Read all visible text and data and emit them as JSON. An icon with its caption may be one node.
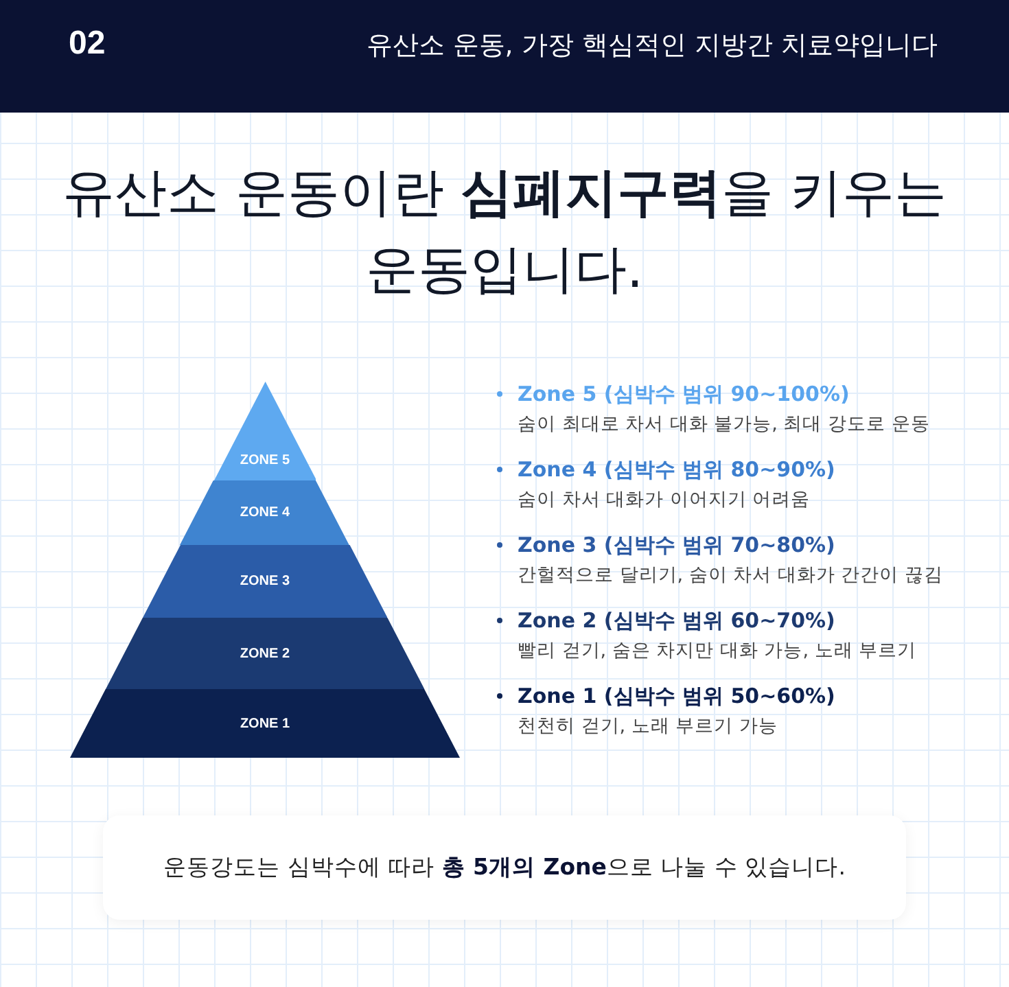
{
  "diagram": {
    "title": "유산소 운동이란 **심폐지구력**을 키우는 운동입니다.",
    "caption": "운동강도는 심박수에 따라 **총 5개의 Zone**으로 나눌 수 있습니다.",
    "nodes": [
      {
        "text": [
          "ZONE 5"
        ]
      },
      {
        "text": [
          "ZONE 4"
        ]
      },
      {
        "text": [
          "ZONE 3"
        ]
      },
      {
        "text": [
          "ZONE 2"
        ]
      },
      {
        "text": [
          "ZONE 1"
        ]
      }
    ],
    "labels": [
      "02",
      "유산소 운동, 가장 핵심적인 지방간 치료약입니다",
      "Zone 5 (심박수 범위 90~100%)",
      "숨이 최대로 차서 대화 불가능, 최대 강도로 운동",
      "Zone 4 (심박수 범위 80~90%)",
      "숨이 차서 대화가 이어지기 어려움",
      "Zone 3 (심박수 범위 70~80%)",
      "간헐적으로 달리기, 숨이 차서 대화가 간간이 끊김",
      "Zone 2 (심박수 범위 60~70%)",
      "빨리 걷기, 숨은 차지만 대화 가능, 노래 부르기",
      "Zone 1 (심박수 범위 50~60%)",
      "천천히 걷기, 노래 부르기 가능"
    ]
  }
}
